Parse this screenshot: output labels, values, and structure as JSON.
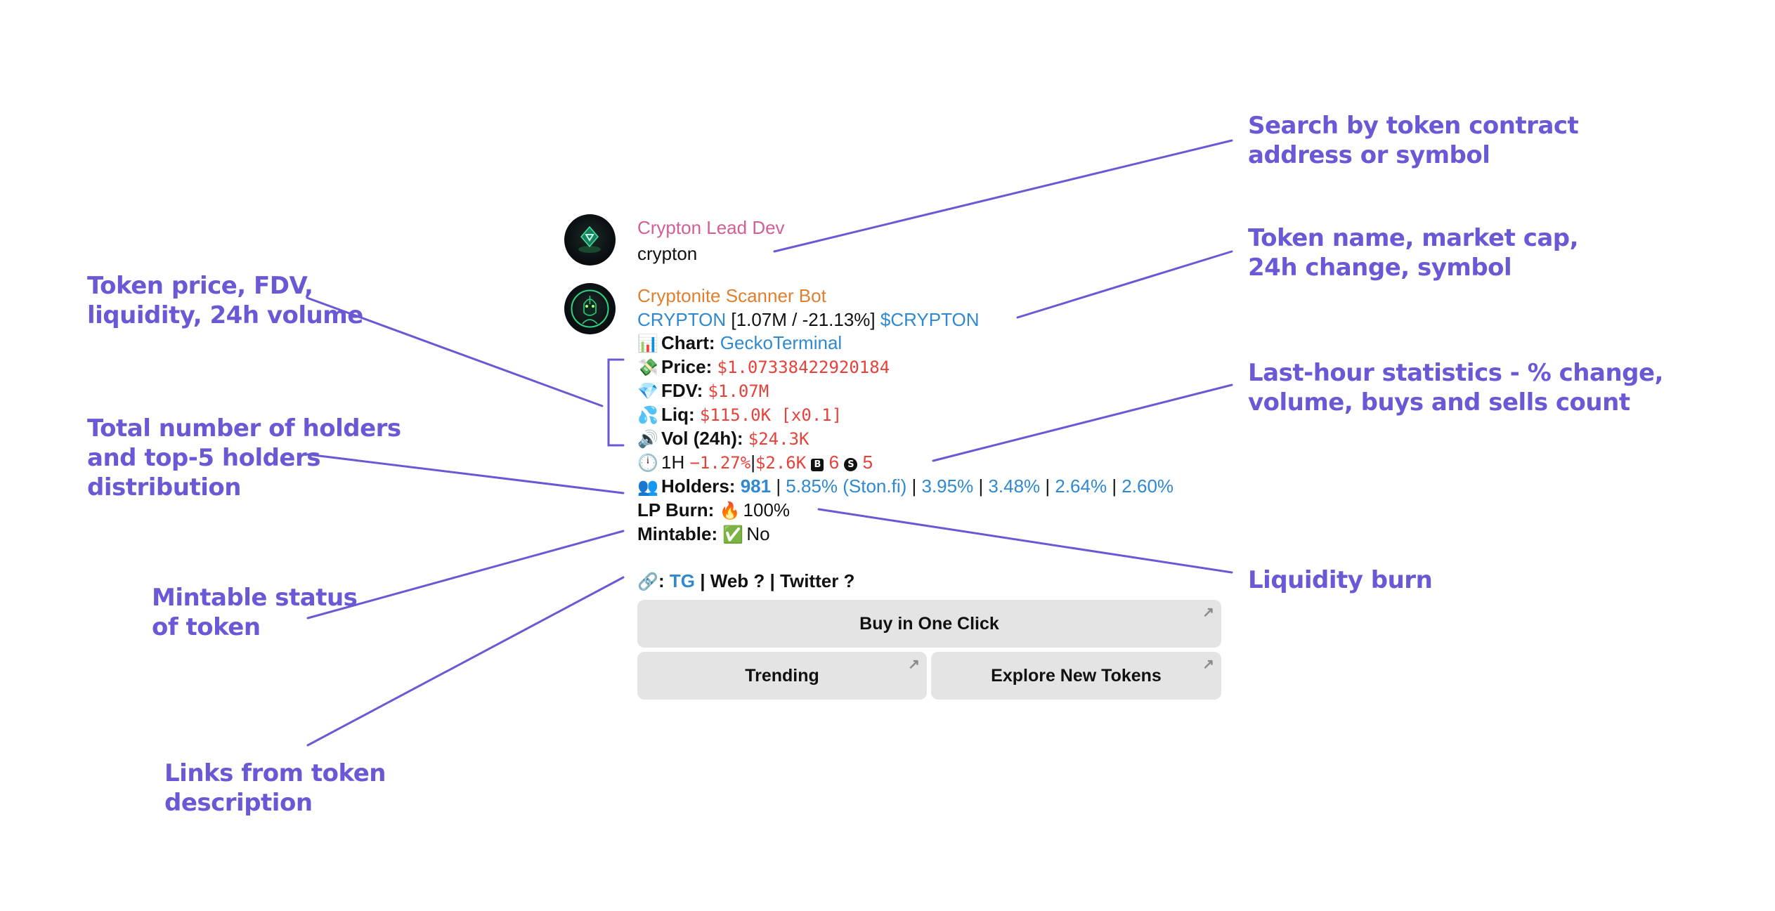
{
  "annotations": {
    "search": "Search by token contract\naddress or symbol",
    "token_name": "Token name, market cap,\n24h change, symbol",
    "price": "Token price, FDV,\nliquidity, 24h volume",
    "last_hour": "Last-hour statistics - % change,\nvolume, buys and sells count",
    "holders": "Total number of holders\nand top-5 holders\ndistribution",
    "liquidity_burn": "Liquidity burn",
    "mintable": "Mintable status\nof token",
    "links": "Links from token\ndescription"
  },
  "colors": {
    "annotation": "#6A59D5",
    "link": "#2F89D1",
    "negative": "#E8413A",
    "dev_name": "#D35E96",
    "bot_name": "#E07F2E",
    "button_bg": "#E4E4E4"
  },
  "messages": [
    {
      "sender": "Crypton Lead Dev",
      "avatar_icon": "crypton-logo-avatar",
      "text": "crypton"
    },
    {
      "sender": "Cryptonite Scanner Bot",
      "avatar_icon": "robot-avatar",
      "token": {
        "name": "CRYPTON",
        "mcap_change": "[1.07M / -21.13%]",
        "symbol": "$CRYPTON"
      },
      "chart": {
        "icon": "bar-chart-icon",
        "label": "Chart:",
        "value": "GeckoTerminal"
      },
      "price": {
        "icon": "money-with-wings-icon",
        "label": "Price:",
        "value": "$1.07338422920184"
      },
      "fdv": {
        "icon": "gem-icon",
        "label": "FDV:",
        "value": "$1.07M"
      },
      "liq": {
        "icon": "sweat-droplets-icon",
        "label": "Liq:",
        "value": "$115.0K [x0.1]"
      },
      "vol": {
        "icon": "speaker-icon",
        "label": "Vol (24h):",
        "value": "$24.3K"
      },
      "hour": {
        "icon": "clock-icon",
        "label": "1H",
        "change": "−1.27%",
        "sep": "|",
        "volume": "$2.6K",
        "buy_badge": "B",
        "buys": "6",
        "sell_badge": "S",
        "sells": "5"
      },
      "holders": {
        "icon": "busts-icon",
        "label": "Holders:",
        "count": "981",
        "top": [
          "5.85% (Ston.fi)",
          "3.95%",
          "3.48%",
          "2.64%",
          "2.60%"
        ]
      },
      "lp_burn": {
        "label": "LP Burn:",
        "icon": "fire-icon",
        "value": "100%"
      },
      "mintable": {
        "label": "Mintable:",
        "icon": "check-mark-icon",
        "value": "No"
      },
      "links": {
        "icon": "link-icon",
        "colon": ":",
        "tg": "TG",
        "web": "Web ?",
        "twitter": "Twitter ?"
      }
    }
  ],
  "keyboard": {
    "buy": "Buy in One Click",
    "trending": "Trending",
    "explore": "Explore New Tokens",
    "arrow_glyph": "↗"
  }
}
